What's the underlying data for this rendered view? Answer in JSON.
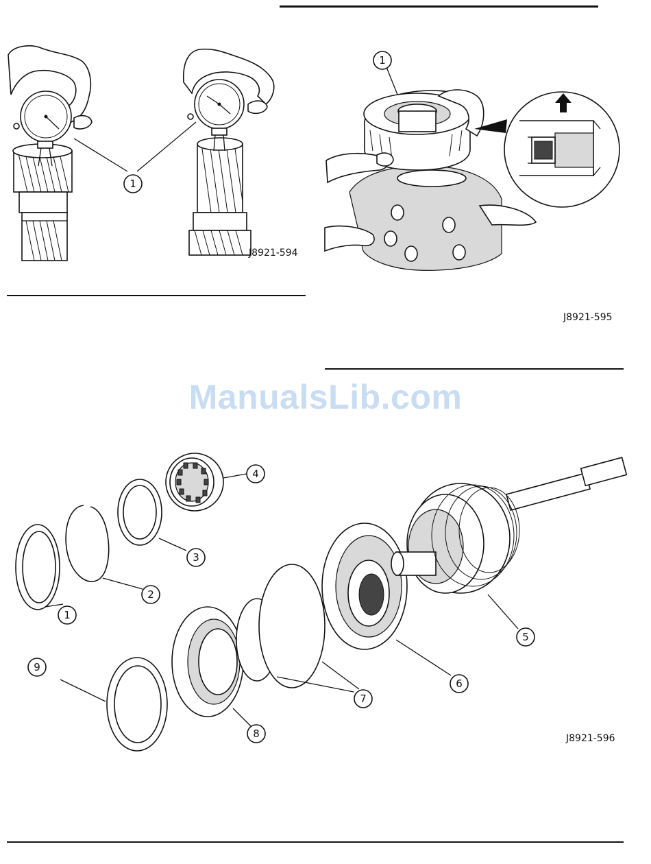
{
  "figures": [
    {
      "id": "fig1",
      "code": "J8921-594",
      "callouts": [
        "1"
      ]
    },
    {
      "id": "fig2",
      "code": "J8921-595",
      "callouts": [
        "1"
      ]
    },
    {
      "id": "fig3",
      "code": "J8921-596",
      "callouts": [
        "1",
        "2",
        "3",
        "4",
        "5",
        "6",
        "7",
        "8",
        "9"
      ]
    }
  ],
  "watermark": "ManualsLib.com"
}
